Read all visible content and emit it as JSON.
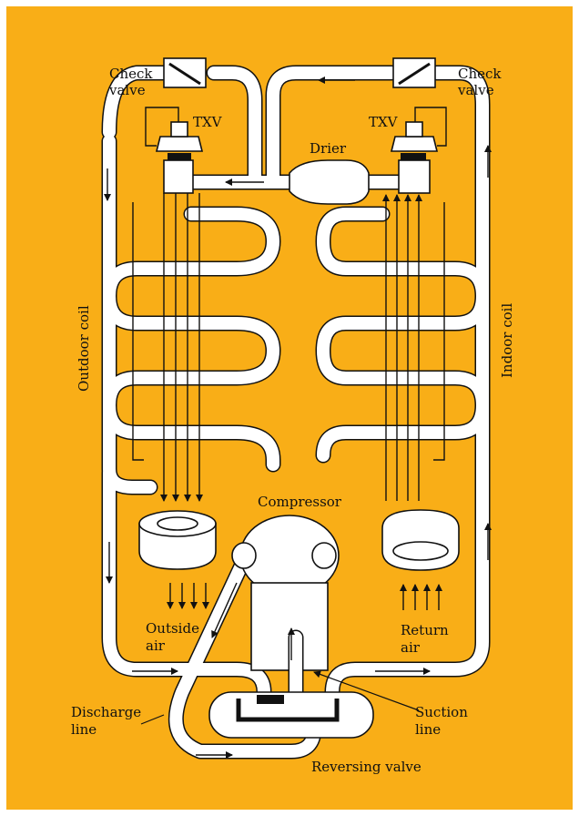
{
  "colors": {
    "background": "#F9AE17",
    "pipe_fill": "#ffffff",
    "outline": "#111111"
  },
  "labels": {
    "check_valve_left": [
      "Check",
      "valve"
    ],
    "check_valve_right": [
      "Check",
      "valve"
    ],
    "txv_left": "TXV",
    "txv_right": "TXV",
    "drier": "Drier",
    "outdoor_coil": "Outdoor coil",
    "indoor_coil": "Indoor coil",
    "compressor": "Compressor",
    "outside_air": [
      "Outside",
      "air"
    ],
    "return_air": [
      "Return",
      "air"
    ],
    "discharge_line": [
      "Discharge",
      "line"
    ],
    "suction_line": [
      "Suction",
      "line"
    ],
    "reversing_valve": "Reversing valve"
  }
}
